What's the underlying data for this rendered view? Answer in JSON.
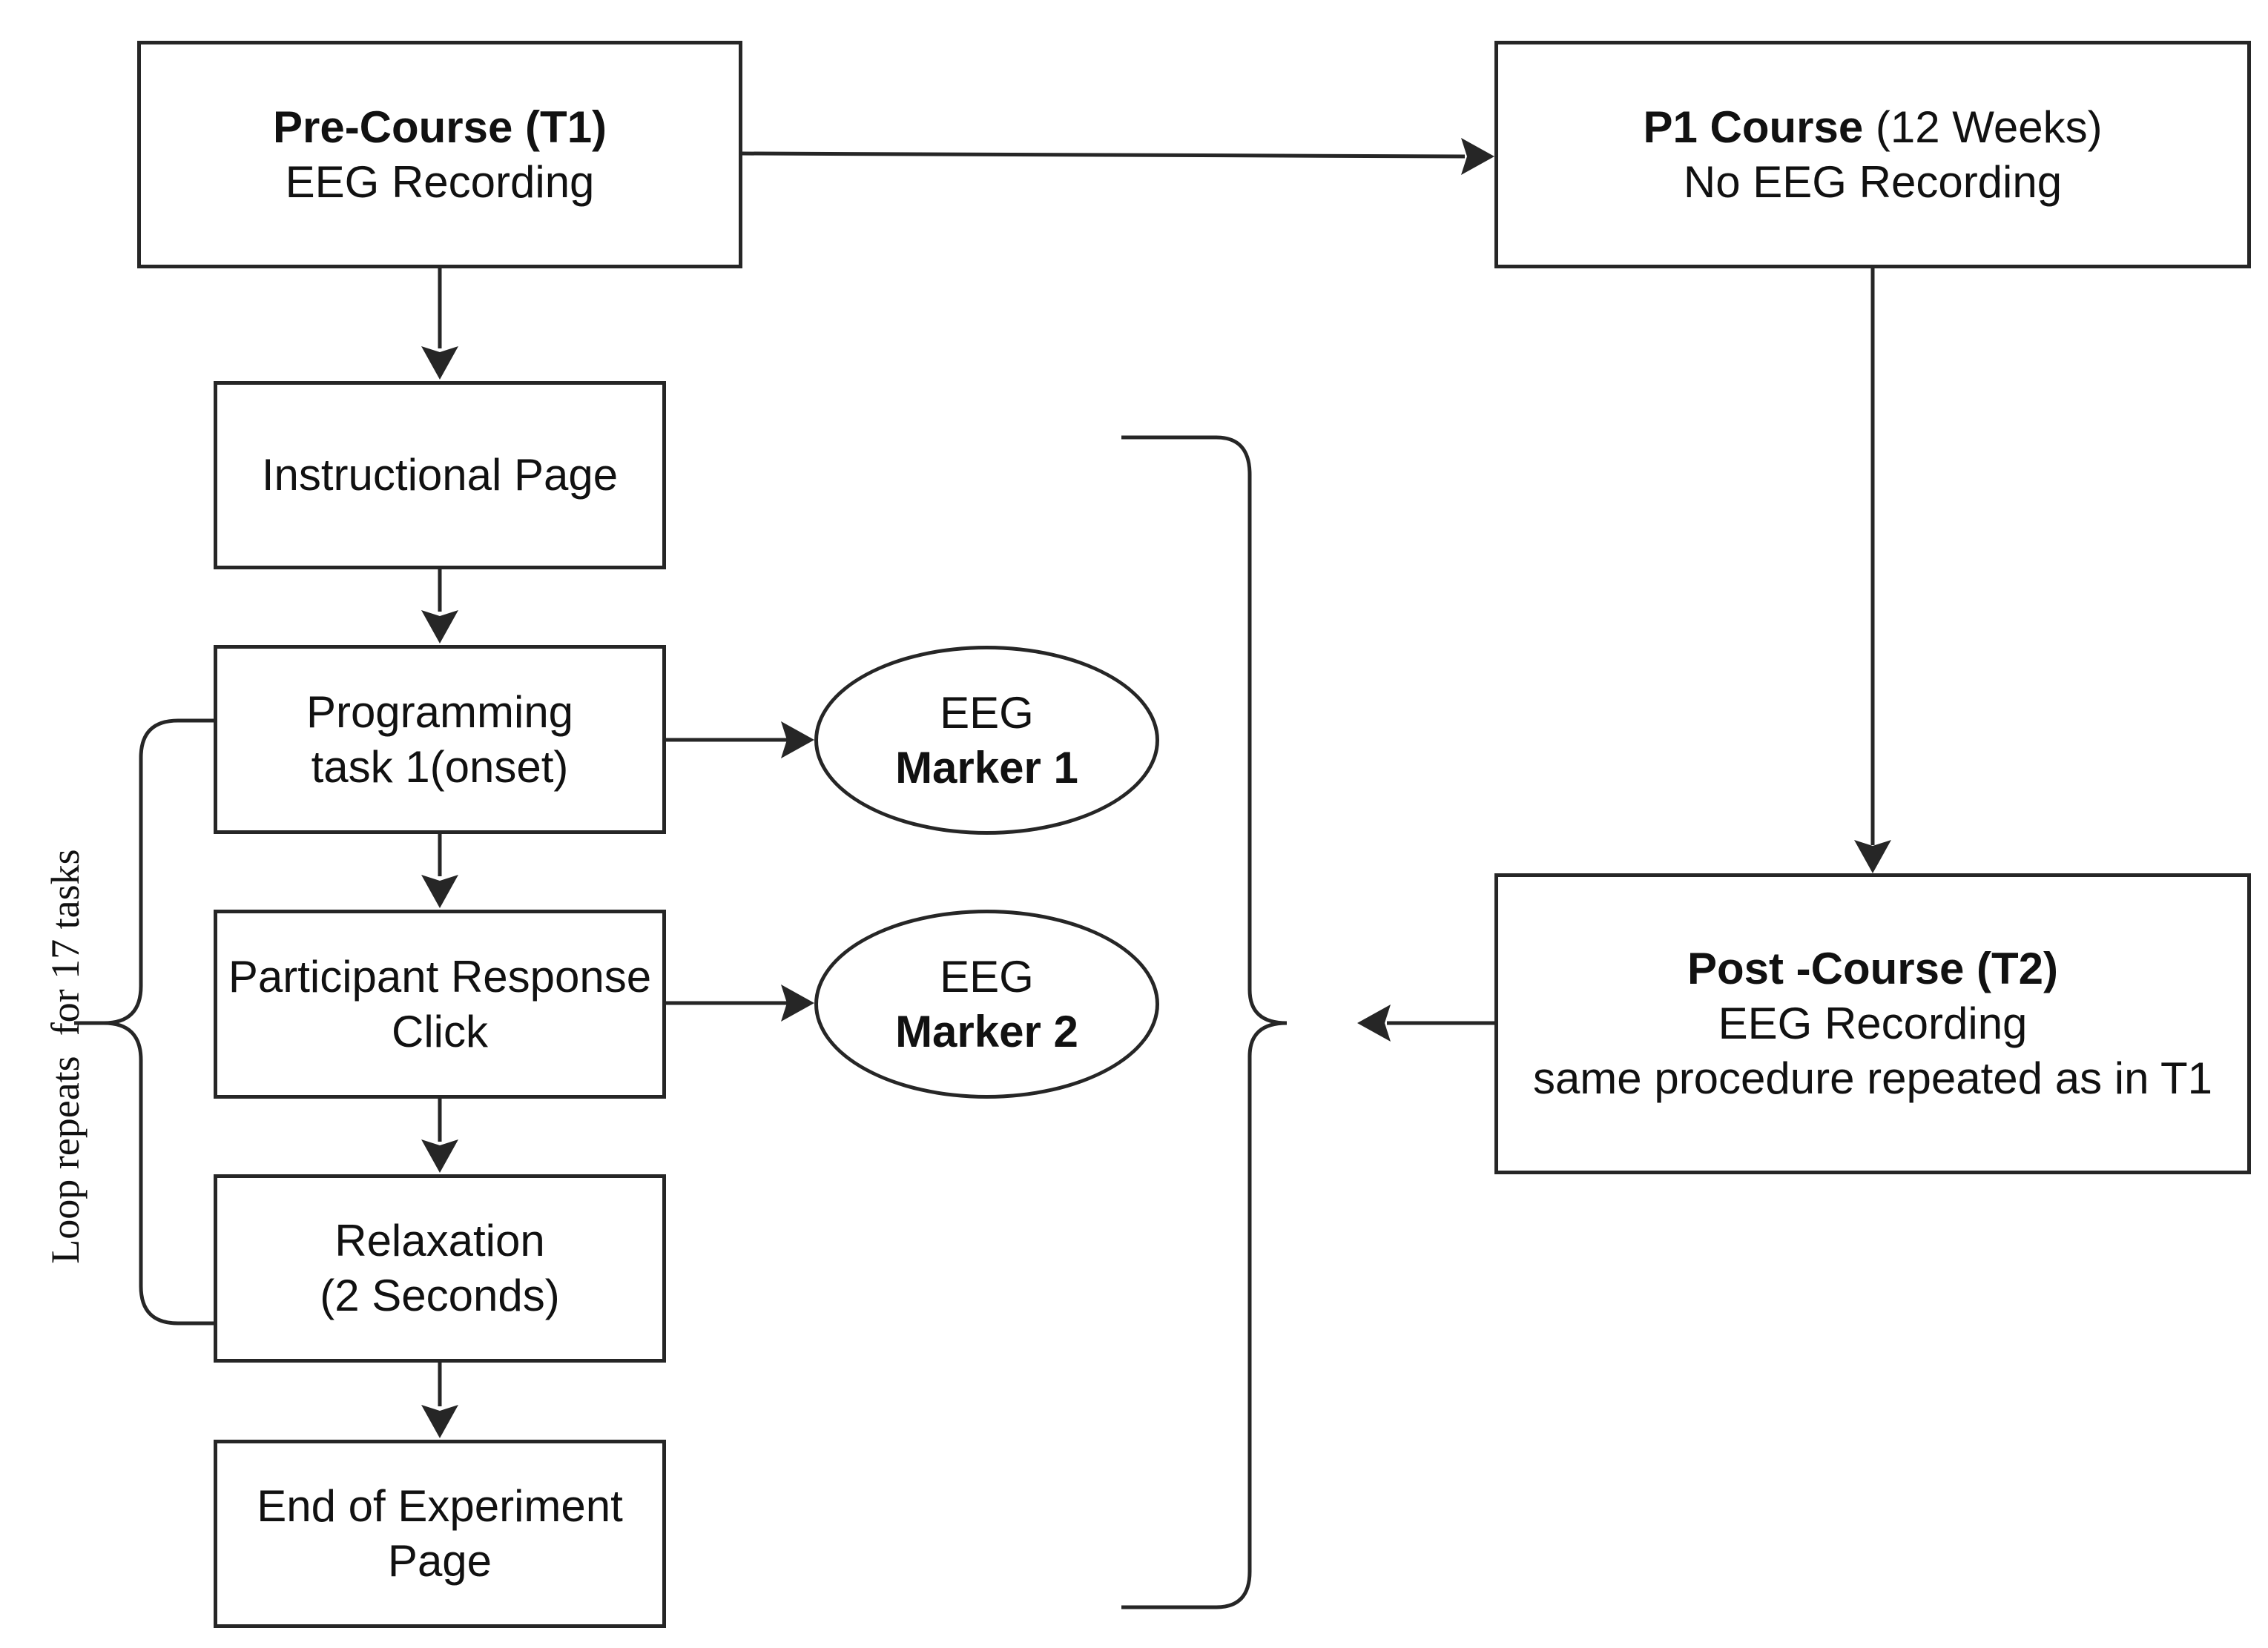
{
  "diagram": {
    "pre_course": {
      "title": "Pre-Course (T1)",
      "subtitle": "EEG Recording"
    },
    "p1_course": {
      "title": "P1 Course",
      "title_suffix": " (12 Weeks)",
      "subtitle": "No EEG Recording"
    },
    "post_course": {
      "title": "Post -Course (T2)",
      "line2": "EEG Recording",
      "line3": "same procedure repeated as in T1"
    },
    "instructional_page": {
      "label": "Instructional Page"
    },
    "programming_task": {
      "line1": "Programming",
      "line2": "task 1(onset)"
    },
    "participant_response": {
      "line1": "Participant Response",
      "line2": "Click"
    },
    "relaxation": {
      "line1": "Relaxation",
      "line2": "(2 Seconds)"
    },
    "end_page": {
      "line1": "End of Experiment",
      "line2": "Page"
    },
    "marker1": {
      "line1": "EEG",
      "line2": "Marker 1"
    },
    "marker2": {
      "line1": "EEG",
      "line2": "Marker 2"
    },
    "loop_label": "Loop repeats  for 17 tasks",
    "colors": {
      "stroke": "#262626",
      "text": "#111111",
      "background": "#ffffff"
    }
  }
}
